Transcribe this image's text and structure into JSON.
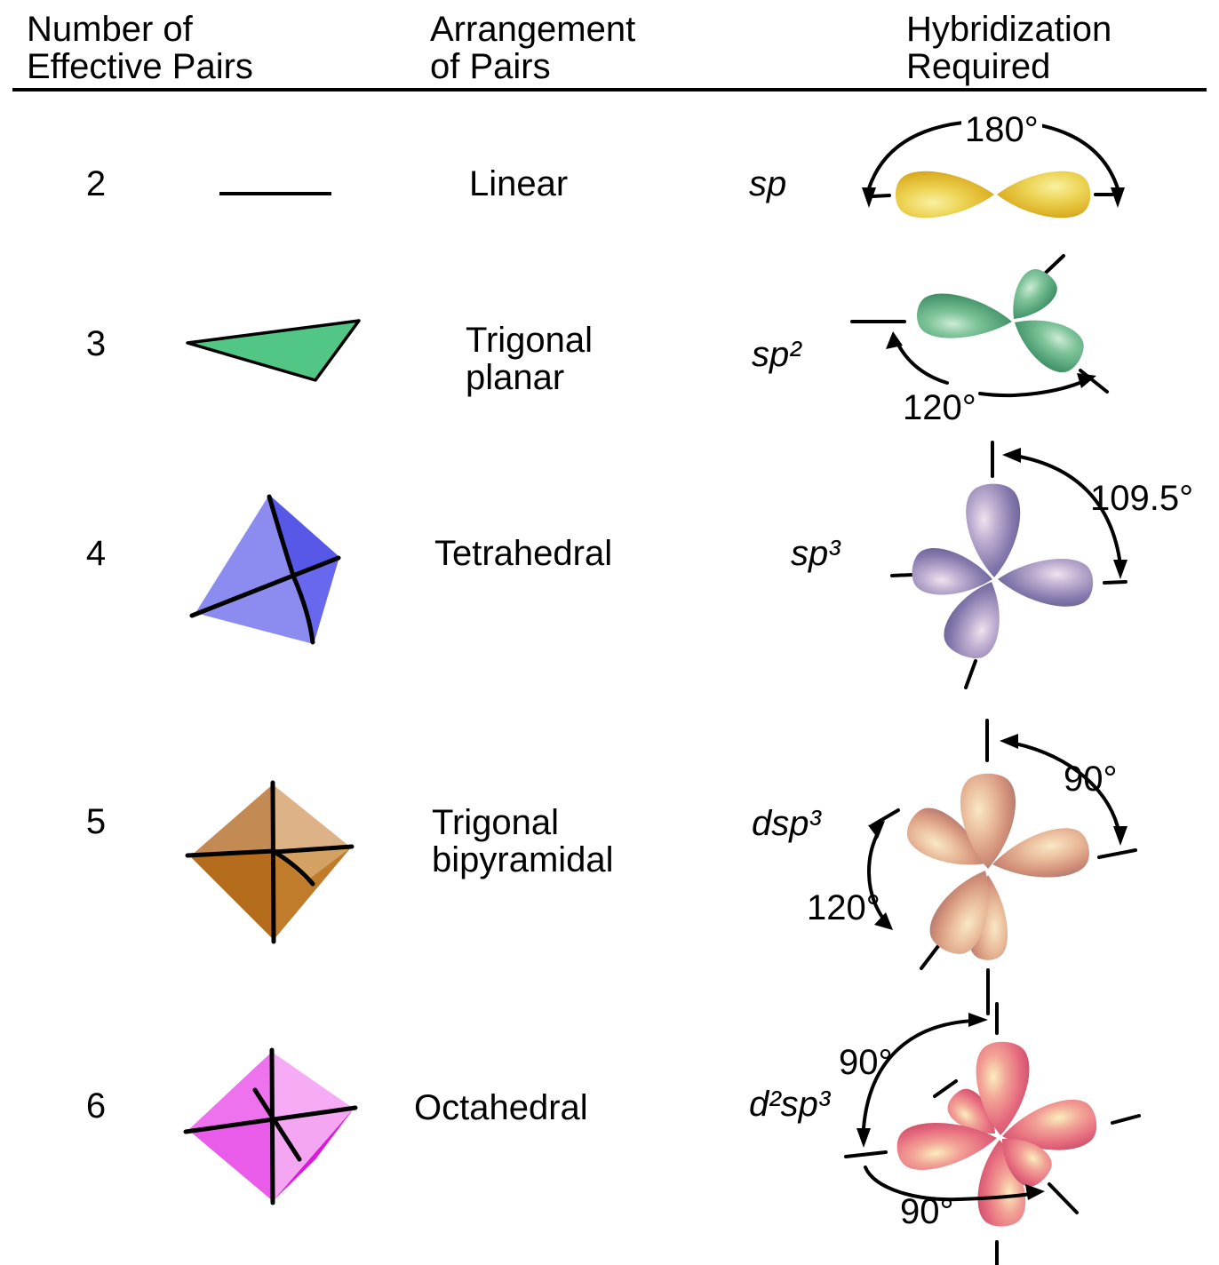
{
  "header": {
    "col_pairs": "Number of\nEffective Pairs",
    "col_arrangement": "Arrangement\nof Pairs",
    "col_hybridization": "Hybridization\nRequired"
  },
  "rows": [
    {
      "pairs": "2",
      "arrangement": "Linear",
      "hybridization": "sp",
      "shape": "line-segment",
      "angles": [
        "180°"
      ]
    },
    {
      "pairs": "3",
      "arrangement": "Trigonal\nplanar",
      "hybridization": "sp²",
      "shape": "triangle",
      "angles": [
        "120°"
      ]
    },
    {
      "pairs": "4",
      "arrangement": "Tetrahedral",
      "hybridization": "sp³",
      "shape": "tetrahedron",
      "angles": [
        "109.5°"
      ]
    },
    {
      "pairs": "5",
      "arrangement": "Trigonal\nbipyramidal",
      "hybridization": "dsp³",
      "shape": "trigonal-bipyramid",
      "angles": [
        "90°",
        "120°"
      ]
    },
    {
      "pairs": "6",
      "arrangement": "Octahedral",
      "hybridization": "d²sp³",
      "shape": "octahedron",
      "angles": [
        "90°",
        "90°"
      ]
    }
  ],
  "colors": {
    "sp_orbital_yellow": "#E2C335",
    "sp2_orbital_green": "#4F9E74",
    "sp3_orbital_purple": "#7A6BA8",
    "dsp3_orbital_copper": "#D29078",
    "d2sp3_orbital_red": "#E66A7E",
    "triangle_green": "#52C785",
    "tetrahedron_blue": "#8A8AF0",
    "bipyramid_brown": "#C38A53",
    "octahedron_magenta": "#EE72EE",
    "line_black": "#000000"
  }
}
